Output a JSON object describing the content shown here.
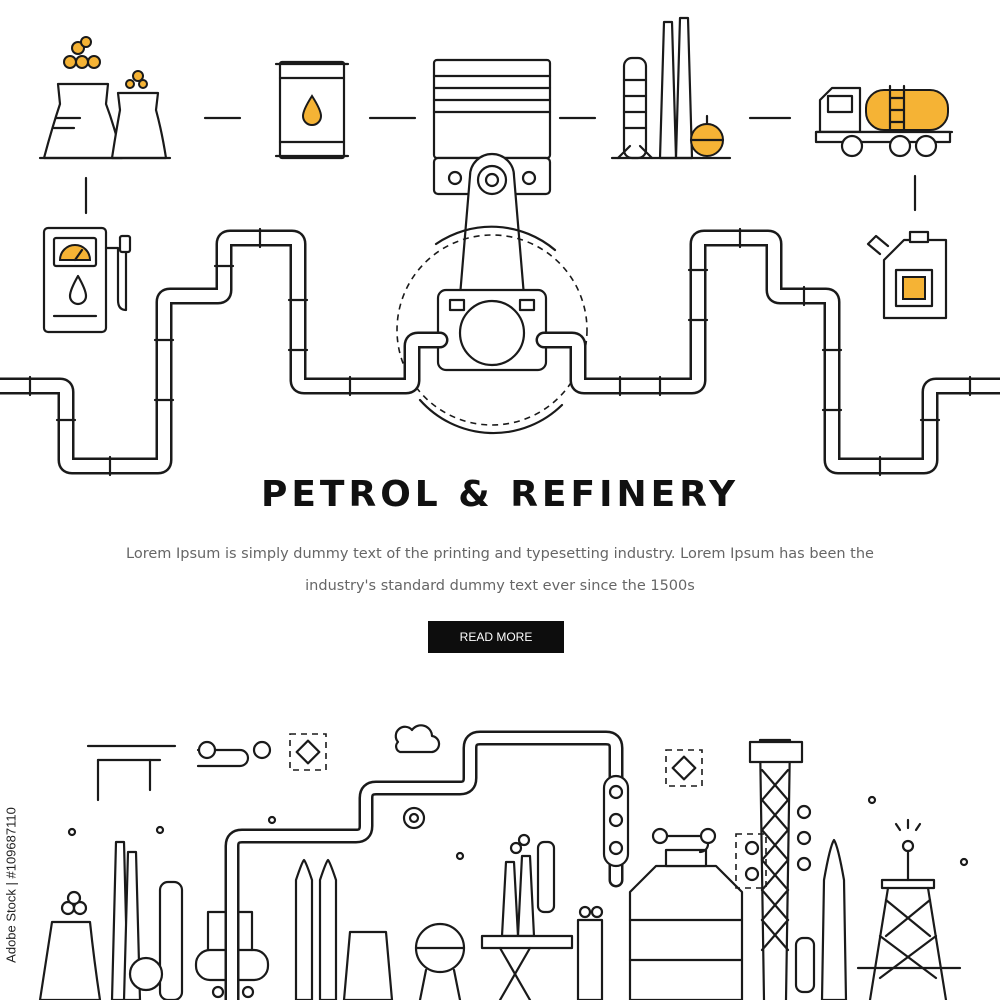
{
  "headline": "PETROL & REFINERY",
  "description": "Lorem Ipsum is simply dummy text of the printing and typesetting industry. Lorem Ipsum has been the industry's standard dummy text ever since the 1500s",
  "cta_label": "READ MORE",
  "stock_credit": "Adobe Stock | #109687110",
  "colors": {
    "accent": "#f5b335",
    "line": "#1a1a1a",
    "text_muted": "#666666",
    "button_bg": "#0d0d0d"
  },
  "icons": [
    "cooling-towers-icon",
    "oil-barrel-icon",
    "engine-piston-icon",
    "refinery-columns-icon",
    "tanker-truck-icon",
    "fuel-pump-icon",
    "jerrycan-icon",
    "pipeline-icon",
    "cloud-icon",
    "gear-icon",
    "oil-rig-icon"
  ]
}
